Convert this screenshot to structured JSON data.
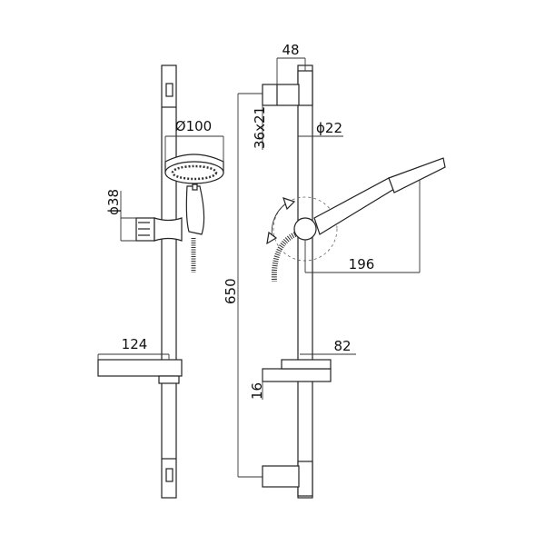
{
  "dimensions": {
    "head_diameter": "Ø100",
    "holder_diameter": "ϕ38",
    "bracket_size": "36x21",
    "bracket_width": "48",
    "bar_diameter": "ϕ22",
    "bar_length": "650",
    "handle_reach": "196",
    "dish_width": "124",
    "dish_depth": "82",
    "dish_height": "16"
  },
  "colors": {
    "line": "#222222",
    "background": "#ffffff"
  }
}
